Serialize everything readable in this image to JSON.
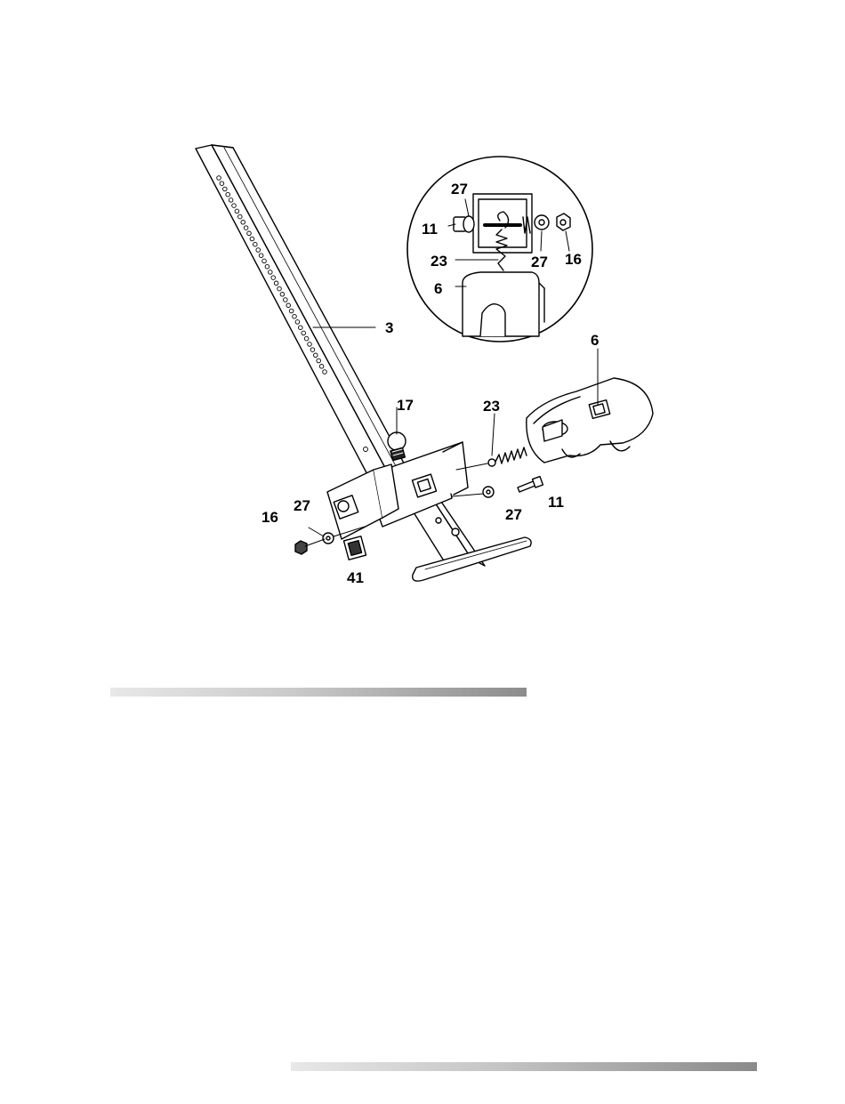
{
  "callouts": {
    "detail_27_top": "27",
    "detail_11": "11",
    "detail_23": "23",
    "detail_27_right": "27",
    "detail_16": "16",
    "detail_6": "6",
    "part_3": "3",
    "part_6": "6",
    "part_17": "17",
    "part_23": "23",
    "part_27_left": "27",
    "part_16": "16",
    "part_41": "41",
    "part_27_right": "27",
    "part_11": "11"
  }
}
